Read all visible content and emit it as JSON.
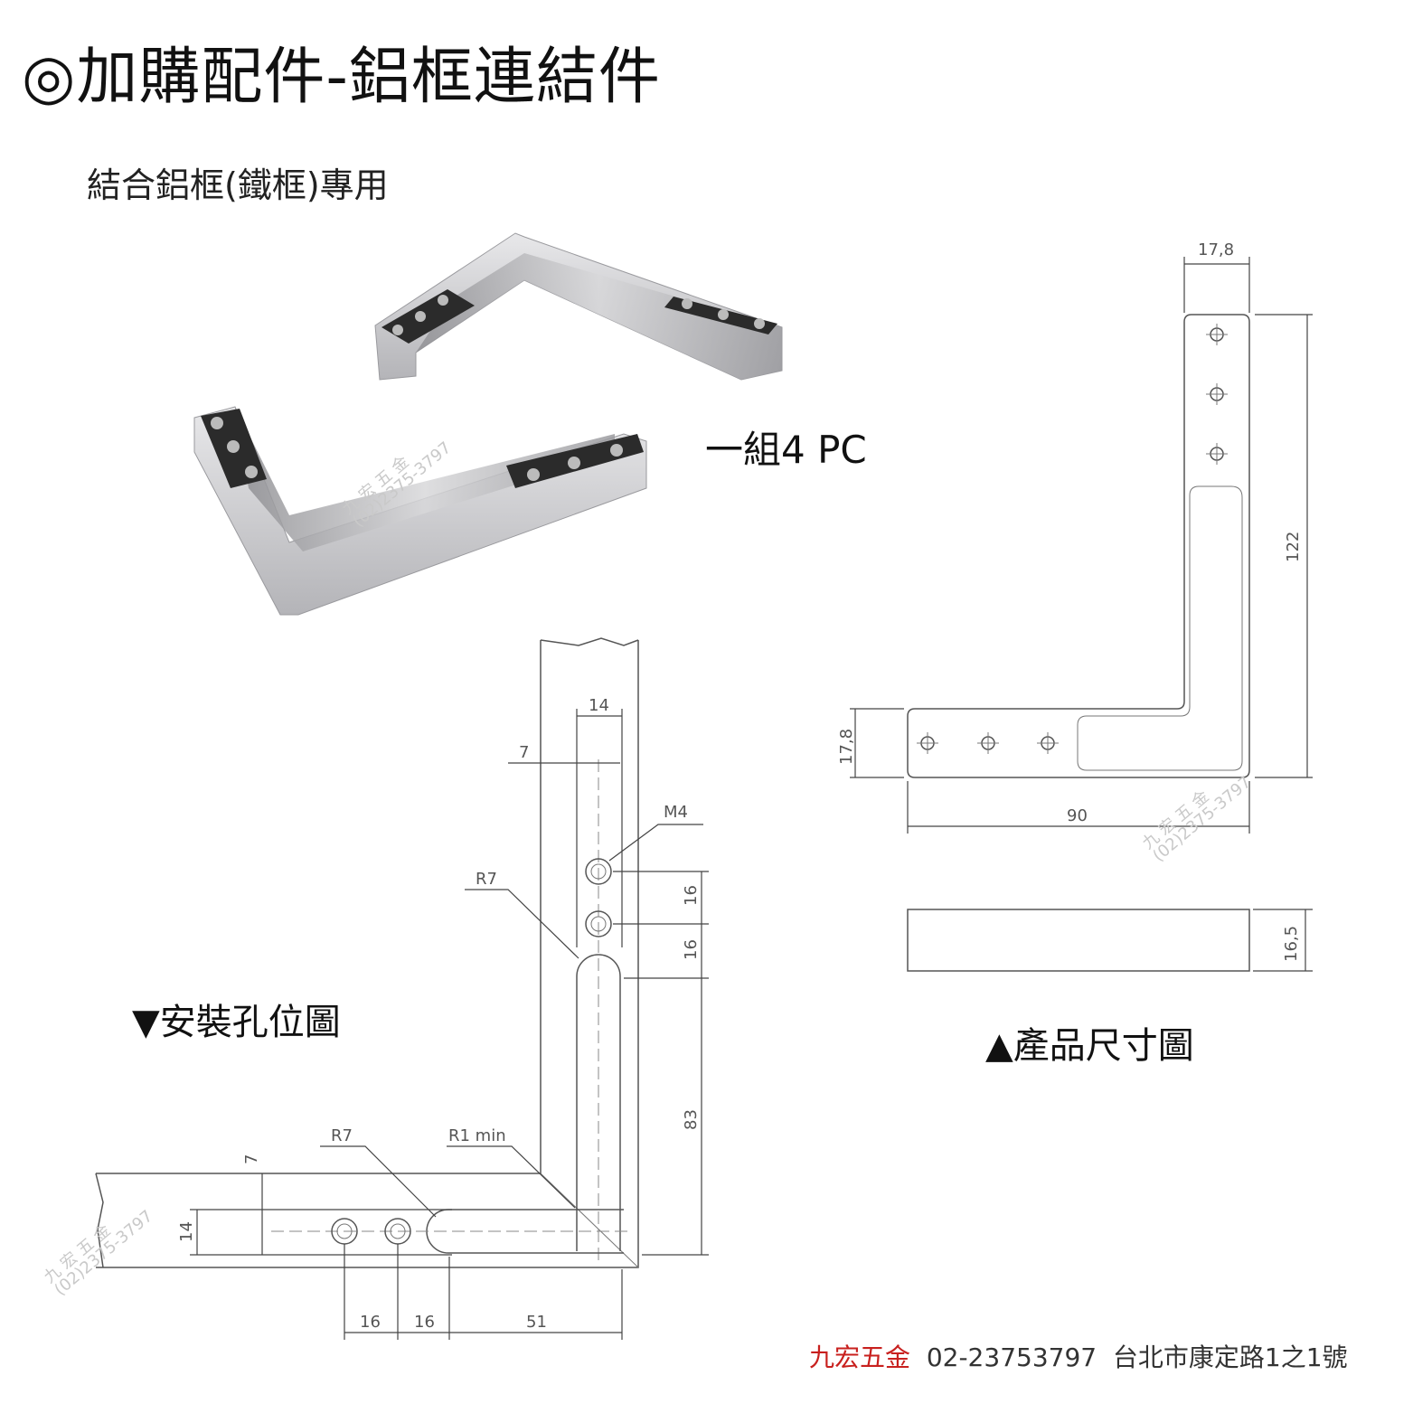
{
  "title": "◎加購配件-鋁框連結件",
  "subtitle": "結合鋁框(鐵框)專用",
  "set_count": "一組4 PC",
  "install_caption": "▼安裝孔位圖",
  "product_caption": "▲產品尺寸圖",
  "footer": {
    "brand": "九宏五金",
    "phone": "02-23753797",
    "address": "台北市康定路1之1號"
  },
  "watermark": {
    "name": "九 宏 五 金",
    "phone": "(02)2375-3797"
  },
  "product_dims": {
    "width_top": "17,8",
    "height": "122",
    "width_side": "17,8",
    "length": "90",
    "thickness": "16,5"
  },
  "install_dims": {
    "d14_top": "14",
    "d7_top": "7",
    "m4": "M4",
    "r7_top": "R7",
    "d16_a": "16",
    "d16_b": "16",
    "d83": "83",
    "r7_bottom": "R7",
    "r1min": "R1 min",
    "d7_side": "7",
    "d14_side": "14",
    "d16_c": "16",
    "d16_d": "16",
    "d51": "51"
  },
  "colors": {
    "brand_red": "#c8201e",
    "metal": "#c8c8cc",
    "hole_plate": "#2b2b2b"
  }
}
